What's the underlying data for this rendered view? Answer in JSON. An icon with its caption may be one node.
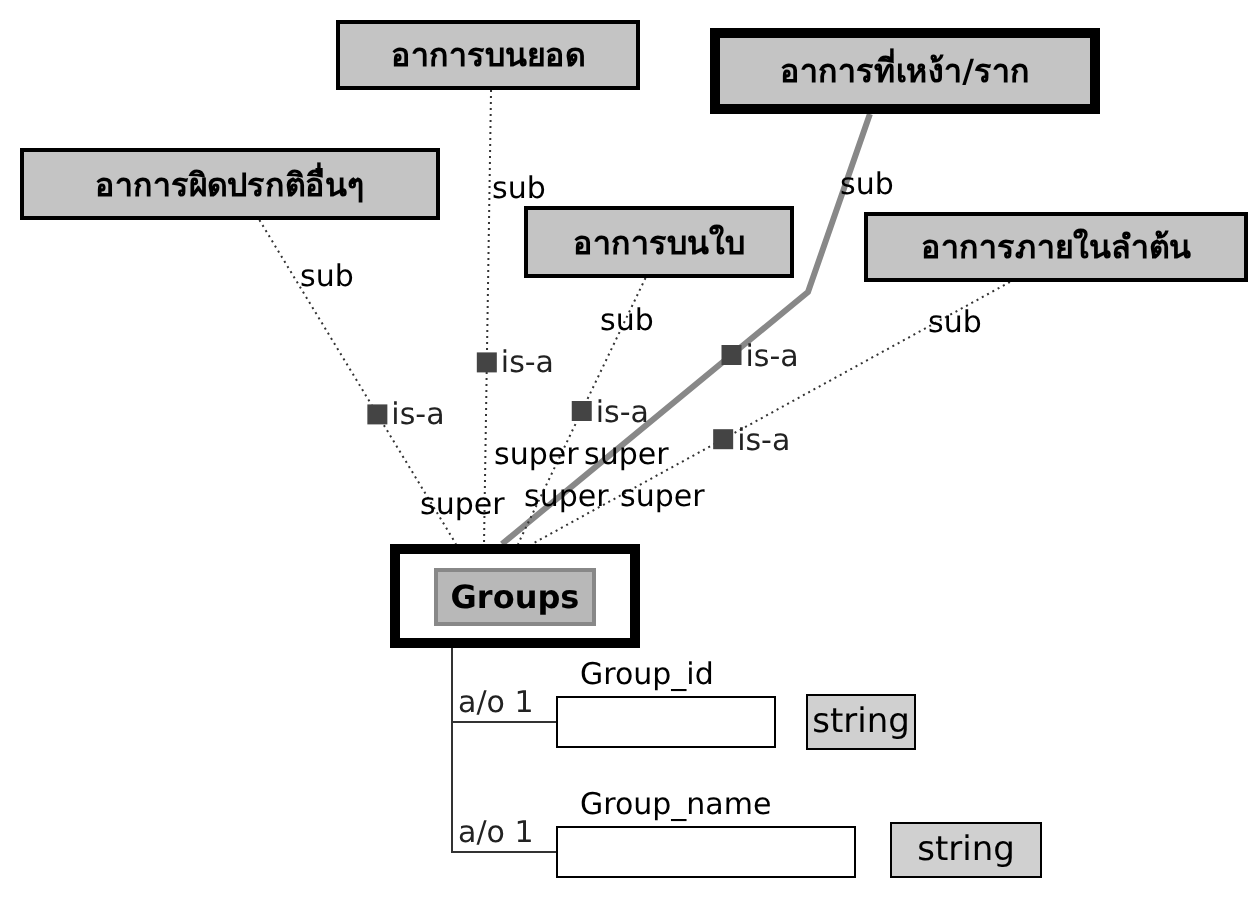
{
  "diagram": {
    "nodes": [
      {
        "text": [
          "อาการผิดปรกติอื่นๆ"
        ]
      },
      {
        "text": [
          "อาการบนยอด"
        ]
      },
      {
        "text": [
          "อาการที่เหง้า/ราก"
        ]
      },
      {
        "text": [
          "อาการบนใบ"
        ]
      },
      {
        "text": [
          "อาการภายในลำต้น"
        ]
      },
      {
        "text": [
          "Groups"
        ]
      },
      {
        "text": [
          "Group_id"
        ]
      },
      {
        "text": [
          "string"
        ]
      },
      {
        "text": [
          "Group_name"
        ]
      },
      {
        "text": [
          "string"
        ]
      }
    ],
    "edges": [
      {
        "from": 0,
        "to": 5,
        "arrow": "none",
        "label": "is-a",
        "style": "dashed"
      },
      {
        "from": 1,
        "to": 5,
        "arrow": "none",
        "label": "is-a",
        "style": "dashed"
      },
      {
        "from": 2,
        "to": 5,
        "arrow": "none",
        "label": "is-a",
        "style": "thick"
      },
      {
        "from": 3,
        "to": 5,
        "arrow": "none",
        "label": "is-a",
        "style": "dashed"
      },
      {
        "from": 4,
        "to": 5,
        "arrow": "none",
        "label": "is-a",
        "style": "dashed"
      },
      {
        "from": 5,
        "to": 6,
        "arrow": "none",
        "label": "a/o 1"
      },
      {
        "from": 5,
        "to": 8,
        "arrow": "none",
        "label": "a/o 1"
      }
    ],
    "labels": [
      "sub",
      "sub",
      "sub",
      "sub",
      "sub",
      "super",
      "super",
      "super",
      "super",
      "super"
    ]
  }
}
